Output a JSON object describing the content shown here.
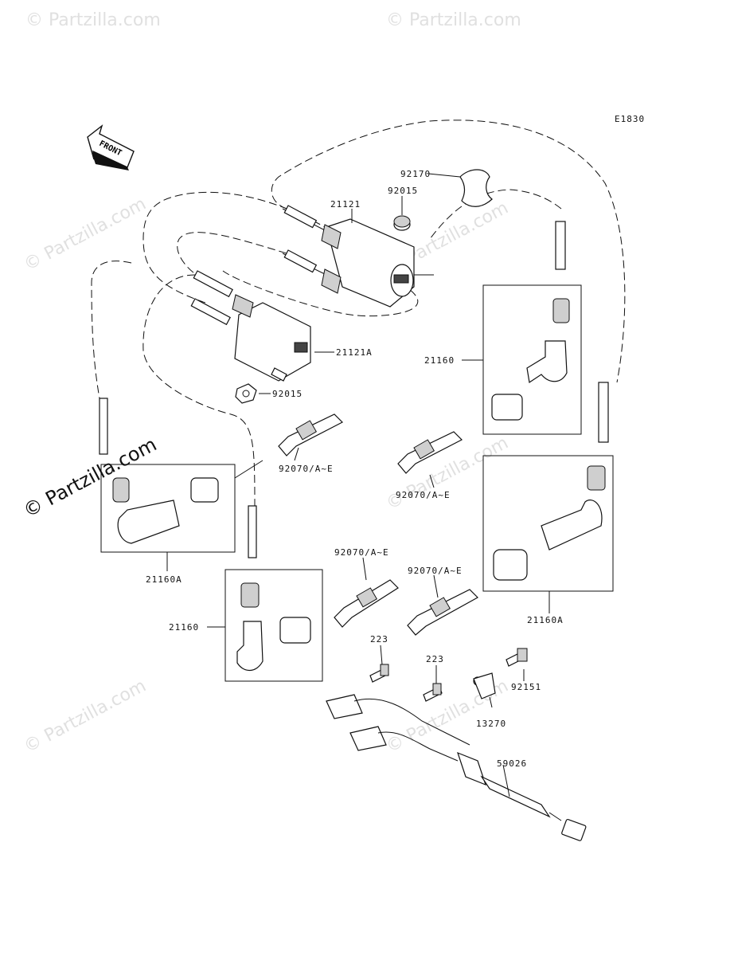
{
  "diagram": {
    "code": "E1830",
    "front_label": "FRONT",
    "watermark": "© Partzilla.com",
    "labels": {
      "ignition_clip": "92170",
      "nut_top": "92015",
      "coil_top": "21121",
      "coil_left": "21121A",
      "nut_left": "92015",
      "cap_right_top": "21160",
      "plug_left_top": "92070/A~E",
      "plug_right_top": "92070/A~E",
      "cap_left_top": "21160A",
      "plug_center": "92070/A~E",
      "plug_center_right": "92070/A~E",
      "cap_center": "21160",
      "cap_right_bottom": "21160A",
      "bolt_a": "223",
      "bolt_b": "223",
      "bolt_c": "92151",
      "clamp": "13270",
      "harness": "59026"
    }
  }
}
